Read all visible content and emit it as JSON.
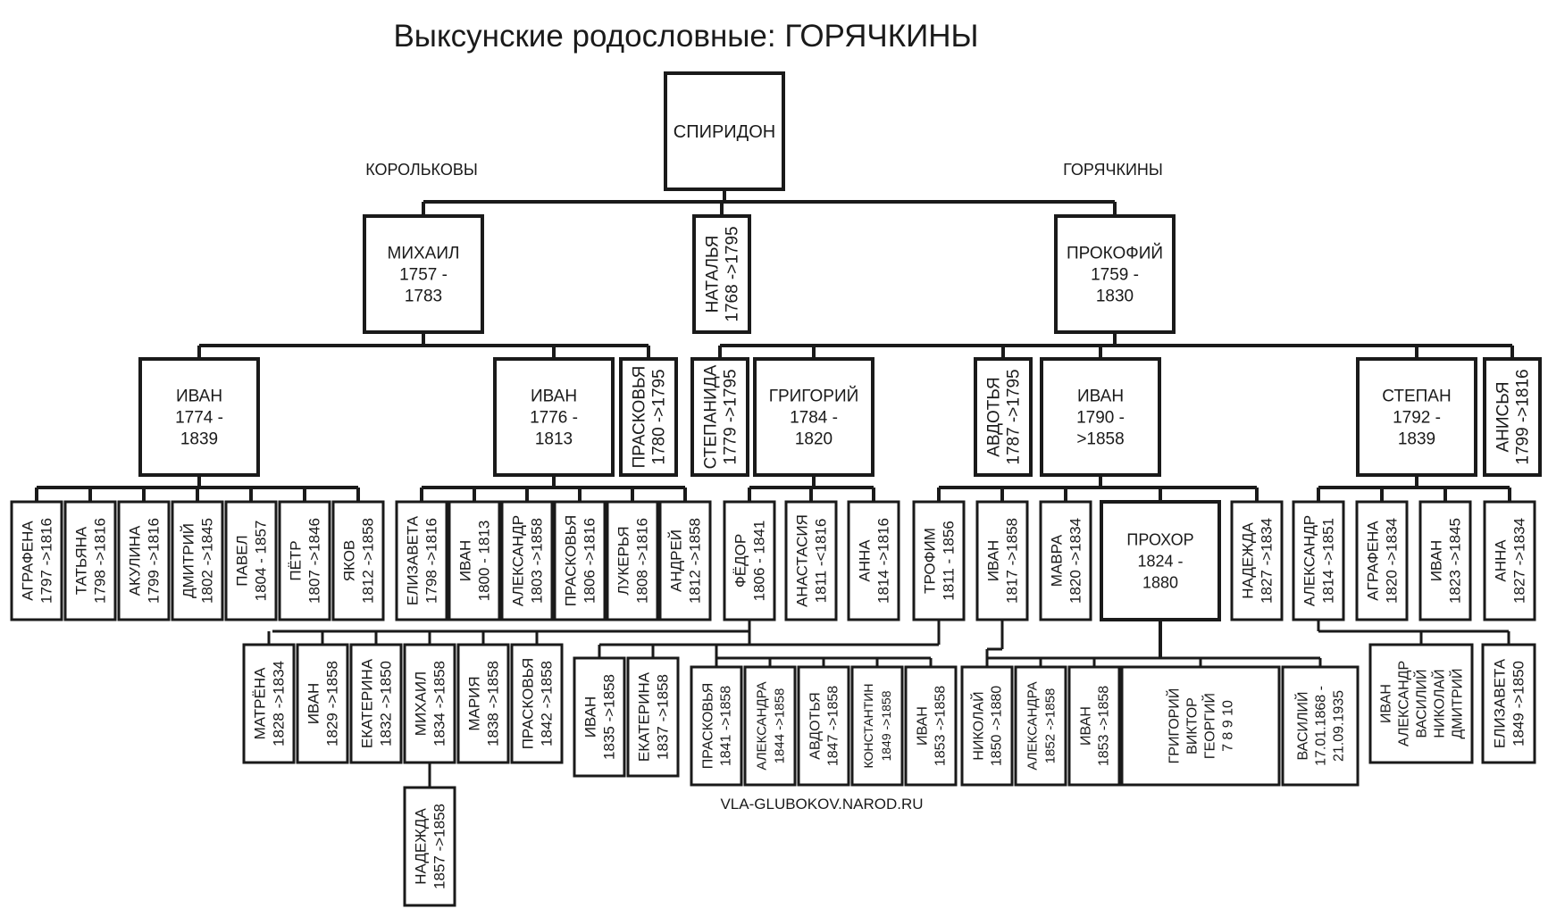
{
  "title": "Выксунские родословные: ГОРЯЧКИНЫ",
  "branch_labels": {
    "left": "КОРОЛЬКОВЫ",
    "right": "ГОРЯЧКИНЫ"
  },
  "footer": "VLA-GLUBOKOV.NAROD.RU",
  "people": {
    "spiridon": [
      "СПИРИДОН"
    ],
    "mikhail": [
      "МИХАИЛ",
      "1757 -",
      "1783"
    ],
    "natalya": [
      "НАТАЛЬЯ",
      "1768 ->1795"
    ],
    "prokofiy": [
      "ПРОКОФИЙ",
      "1759 -",
      "1830"
    ],
    "ivan1774": [
      "ИВАН",
      "1774 -",
      "1839"
    ],
    "ivan1776": [
      "ИВАН",
      "1776 -",
      "1813"
    ],
    "praskovya1780": [
      "ПРАСКОВЬЯ",
      "1780 ->1795"
    ],
    "stepanida": [
      "СТЕПАНИДА",
      "1779 ->1795"
    ],
    "grigoriy": [
      "ГРИГОРИЙ",
      "1784 -",
      "1820"
    ],
    "avdotya1787": [
      "АВДОТЬЯ",
      "1787 ->1795"
    ],
    "ivan1790": [
      "ИВАН",
      "1790 -",
      ">1858"
    ],
    "stepan": [
      "СТЕПАН",
      "1792 -",
      "1839"
    ],
    "anisya": [
      "АНИСЬЯ",
      "1799 ->1816"
    ],
    "agrafena1797": [
      "АГРАФЕНА",
      "1797 ->1816"
    ],
    "tatyana": [
      "ТАТЬЯНА",
      "1798 ->1816"
    ],
    "akulina": [
      "АКУЛИНА",
      "1799 ->1816"
    ],
    "dmitriy": [
      "ДМИТРИЙ",
      "1802 ->1845"
    ],
    "pavel": [
      "ПАВЕЛ",
      "1804 - 1857"
    ],
    "petr": [
      "ПЁТР",
      "1807 ->1846"
    ],
    "yakov": [
      "ЯКОВ",
      "1812 ->1858"
    ],
    "elizaveta1798": [
      "ЕЛИЗАВЕТА",
      "1798 ->1816"
    ],
    "ivan1800": [
      "ИВАН",
      "1800 - 1813"
    ],
    "aleksandr1803": [
      "АЛЕКСАНДР",
      "1803 ->1858"
    ],
    "praskovya1806": [
      "ПРАСКОВЬЯ",
      "1806 ->1816"
    ],
    "lukerya": [
      "ЛУКЕРЬЯ",
      "1808 ->1816"
    ],
    "andrey": [
      "АНДРЕЙ",
      "1812 ->1858"
    ],
    "fedor": [
      "ФЁДОР",
      "1806 - 1841"
    ],
    "anastasiya": [
      "АНАСТАСИЯ",
      "1811 -<1816"
    ],
    "anna1814": [
      "АННА",
      "1814 ->1816"
    ],
    "trofim": [
      "ТРОФИМ",
      "1811 - 1856"
    ],
    "ivan1817": [
      "ИВАН",
      "1817 ->1858"
    ],
    "mavra": [
      "МАВРА",
      "1820 ->1834"
    ],
    "prokhor": [
      "ПРОХОР",
      "1824 -",
      "1880"
    ],
    "nadezhda1827": [
      "НАДЕЖДА",
      "1827 ->1834"
    ],
    "aleksandr1814": [
      "АЛЕКСАНДР",
      "1814 ->1851"
    ],
    "agrafena1820": [
      "АГРАФЕНА",
      "1820 ->1834"
    ],
    "ivan1823": [
      "ИВАН",
      "1823 ->1845"
    ],
    "anna1827": [
      "АННА",
      "1827 ->1834"
    ],
    "matrena": [
      "МАТРЁНА",
      "1828 ->1834"
    ],
    "ivan1829": [
      "ИВАН",
      "1829 ->1858"
    ],
    "ekaterina1832": [
      "ЕКАТЕРИНА",
      "1832 ->1850"
    ],
    "mikhail1834": [
      "МИХАИЛ",
      "1834 ->1858"
    ],
    "mariya": [
      "МАРИЯ",
      "1838 ->1858"
    ],
    "praskovya1842": [
      "ПРАСКОВЬЯ",
      "1842 ->1858"
    ],
    "nadezhda1857": [
      "НАДЕЖДА",
      "1857 ->1858"
    ],
    "ivan1835": [
      "ИВАН",
      "1835 ->1858"
    ],
    "ekaterina1837": [
      "ЕКАТЕРИНА",
      "1837 ->1858"
    ],
    "praskovya1841": [
      "ПРАСКОВЬЯ",
      "1841 ->1858"
    ],
    "aleksandra1844": [
      "АЛЕКСАНДРА",
      "1844 ->1858"
    ],
    "avdotya1847": [
      "АВДОТЬЯ",
      "1847 ->1858"
    ],
    "konstantin": [
      "КОНСТАНТИН",
      "1849 ->1858"
    ],
    "ivan1853a": [
      "ИВАН",
      "1853 ->1858"
    ],
    "nikolay": [
      "НИКОЛАЙ",
      "1850 ->1880"
    ],
    "aleksandra1852": [
      "АЛЕКСАНДРА",
      "1852 ->1858"
    ],
    "ivan1853b": [
      "ИВАН",
      "1853 ->1858"
    ],
    "grigoriy_group": [
      "ГРИГОРИЙ",
      "ВИКТОР",
      "ГЕОРГИЙ",
      "7      8      9      10"
    ],
    "vasiliy": [
      "ВАСИЛИЙ",
      "17.01.1868 -",
      "21.09.1935"
    ],
    "stepan_kids": [
      "ИВАН",
      "АЛЕКСАНДР",
      "ВАСИЛИЙ",
      "НИКОЛАЙ",
      "ДМИТРИЙ"
    ],
    "elizaveta1849": [
      "ЕЛИЗАВЕТА",
      "1849 ->1850"
    ]
  }
}
